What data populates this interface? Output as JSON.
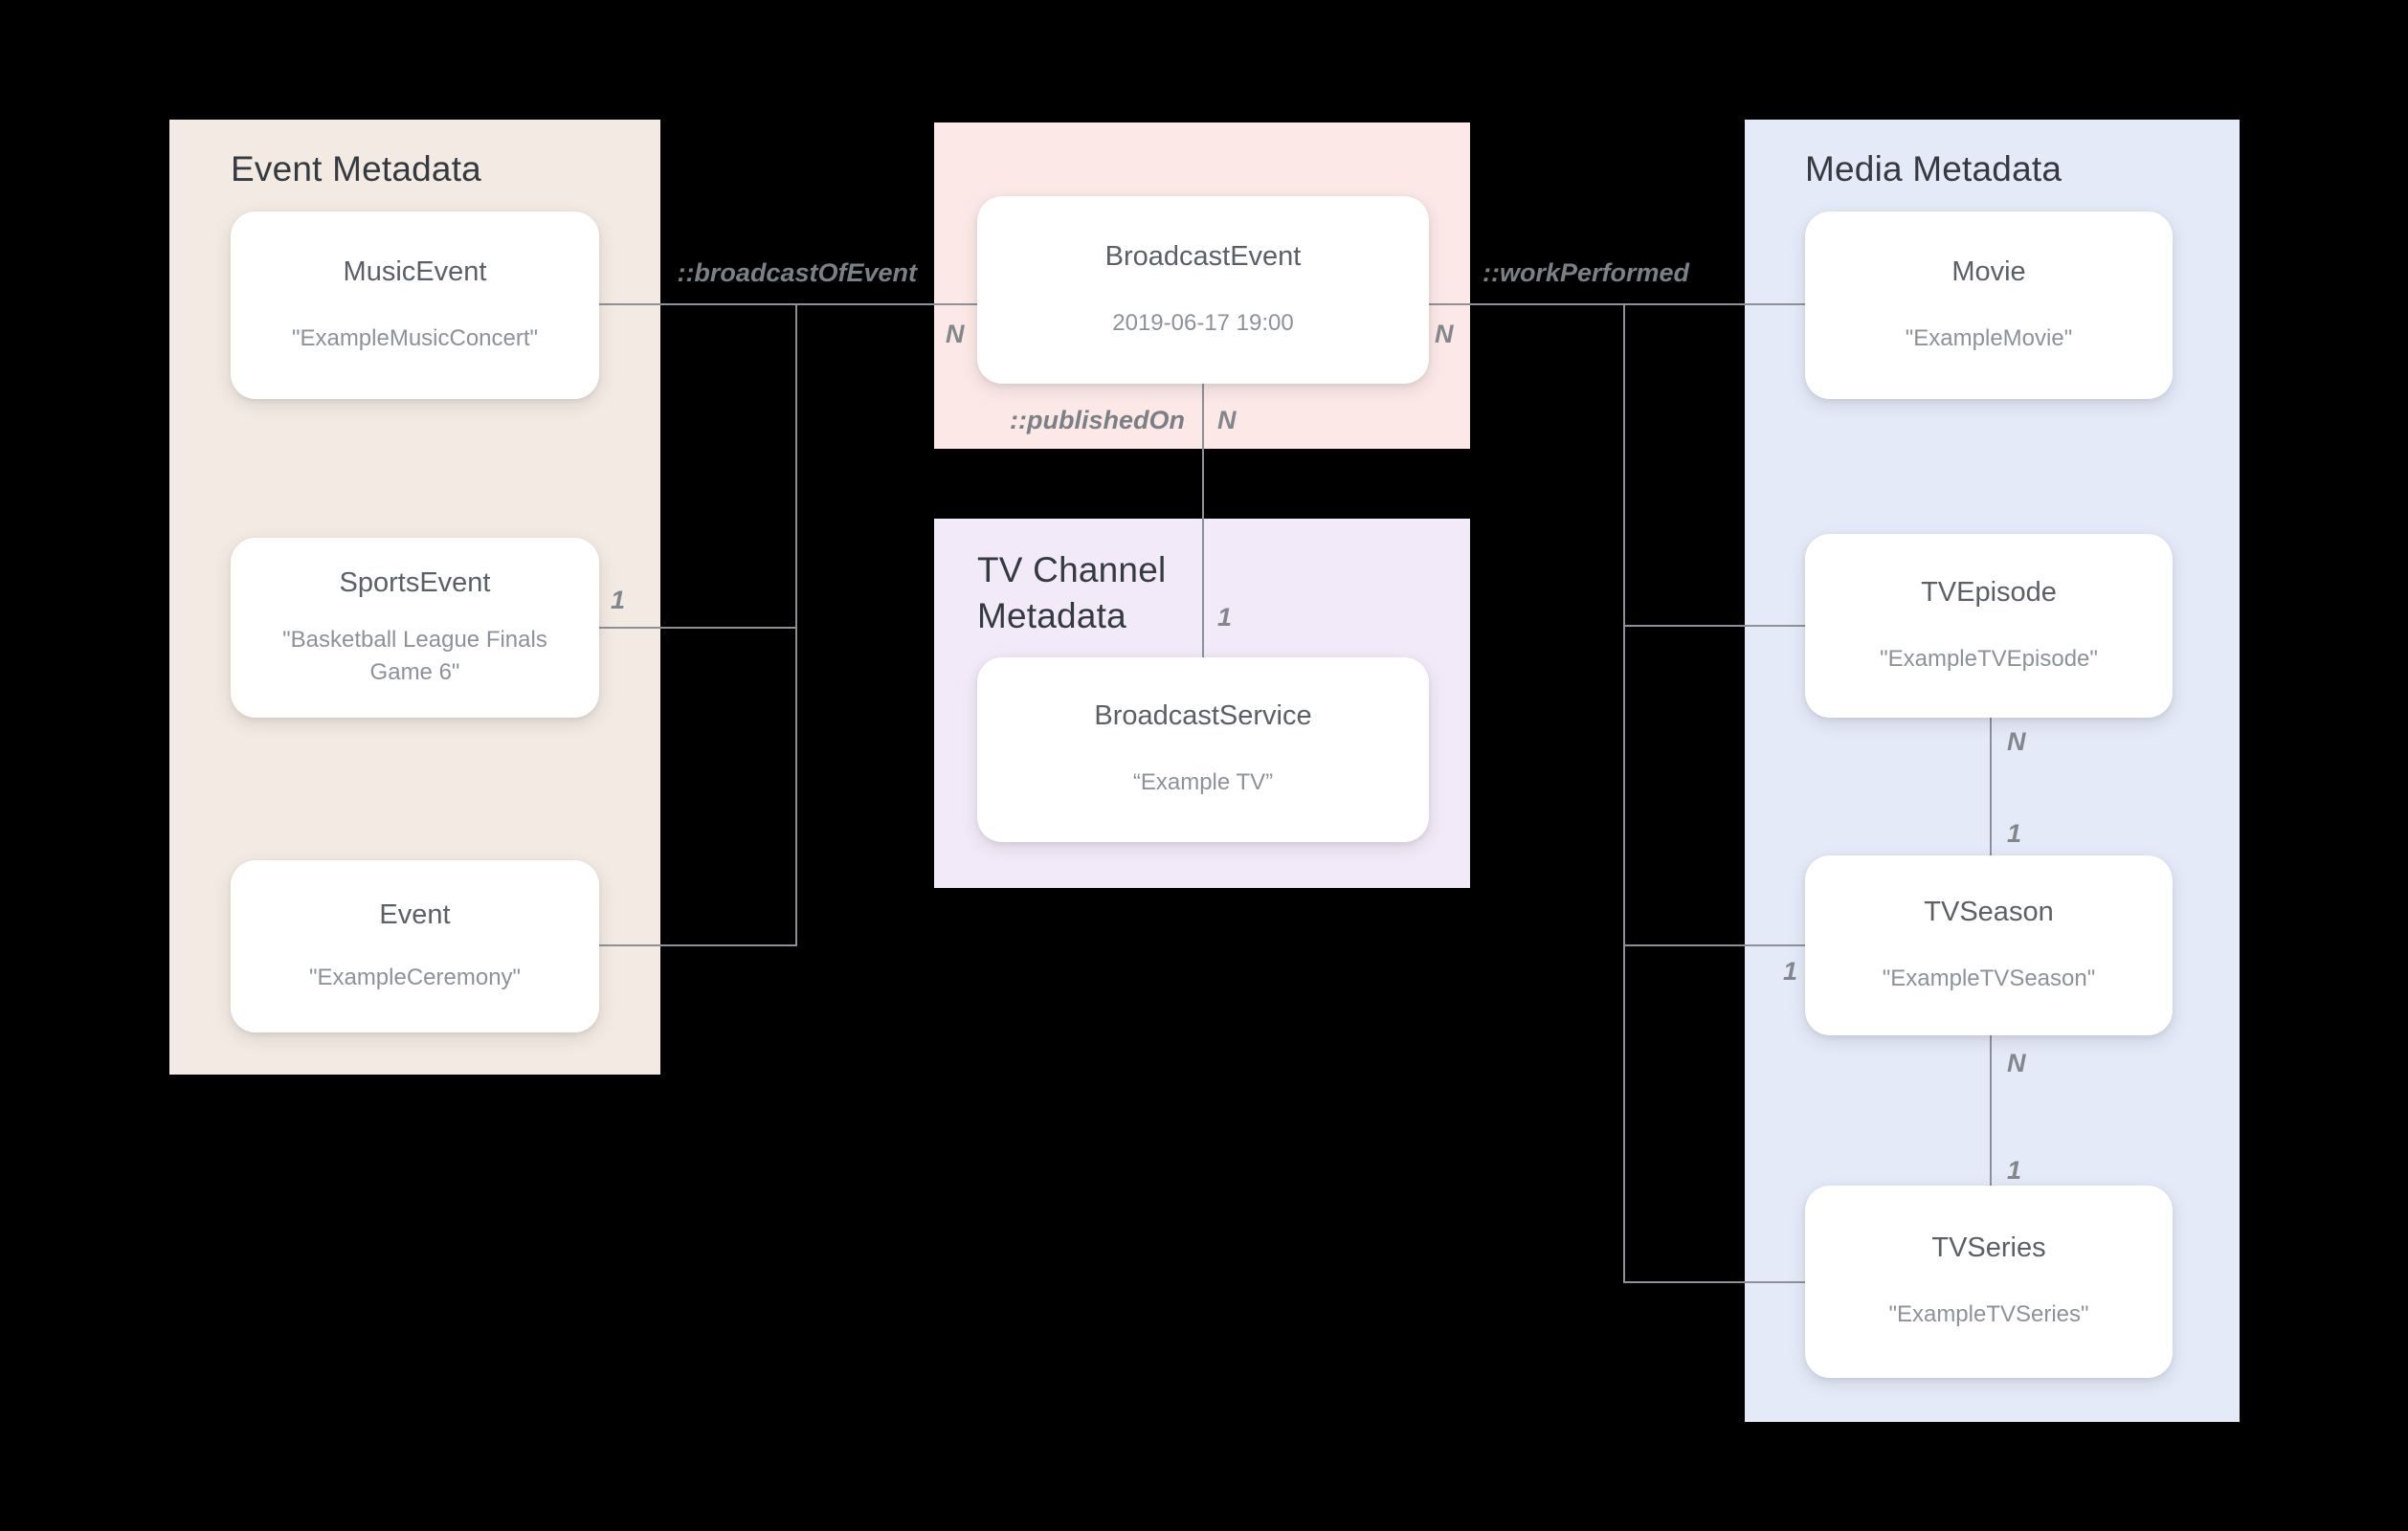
{
  "colors": {
    "background": "#000000",
    "event_panel": "#F3EAE3",
    "broadcast_panel": "#FCE9E7",
    "tv_channel_panel": "#F2EAF8",
    "media_panel": "#E4EAF8",
    "card": "#FFFFFF",
    "line": "#8D9298",
    "title_text": "#343A40",
    "card_title_text": "#5B6066",
    "card_value_text": "#8D9298"
  },
  "panels": {
    "event": {
      "title": "Event Metadata"
    },
    "tv_channel": {
      "title": "TV Channel Metadata"
    },
    "media": {
      "title": "Media Metadata"
    }
  },
  "nodes": {
    "music_event": {
      "title": "MusicEvent",
      "value": "\"ExampleMusicConcert\""
    },
    "sports_event": {
      "title": "SportsEvent",
      "value": "\"Basketball League Finals Game 6\""
    },
    "event": {
      "title": "Event",
      "value": "\"ExampleCeremony\""
    },
    "broadcast_event": {
      "title": "BroadcastEvent",
      "value": "2019-06-17 19:00"
    },
    "broadcast_service": {
      "title": "BroadcastService",
      "value": "“Example TV”"
    },
    "movie": {
      "title": "Movie",
      "value": "\"ExampleMovie\""
    },
    "tv_episode": {
      "title": "TVEpisode",
      "value": "\"ExampleTVEpisode\""
    },
    "tv_season": {
      "title": "TVSeason",
      "value": "\"ExampleTVSeason\""
    },
    "tv_series": {
      "title": "TVSeries",
      "value": "\"ExampleTVSeries\""
    }
  },
  "edges": {
    "broadcast_of_event": "::broadcastOfEvent",
    "work_performed": "::workPerformed",
    "published_on": "::publishedOn"
  },
  "cardinality": {
    "n": "N",
    "one": "1"
  }
}
